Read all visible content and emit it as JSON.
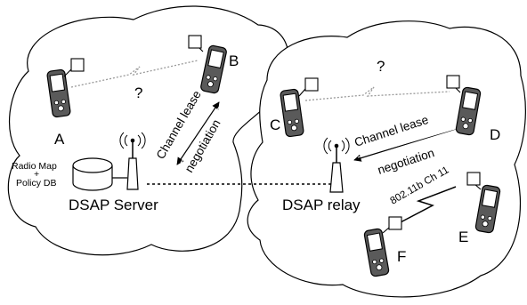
{
  "diagram": {
    "devices": {
      "A": "A",
      "B": "B",
      "C": "C",
      "D": "D",
      "E": "E",
      "F": "F"
    },
    "question_left": "?",
    "question_right": "?",
    "lease_left": "Channel lease",
    "nego_left": "negotiation",
    "lease_right": "Channel lease",
    "nego_right": "negotiation",
    "db": {
      "line1": "Radio Map",
      "line2": "+",
      "line3": "Policy DB"
    },
    "server_label": "DSAP Server",
    "relay_label": "DSAP relay",
    "link_label": "802.11b Ch 11"
  }
}
